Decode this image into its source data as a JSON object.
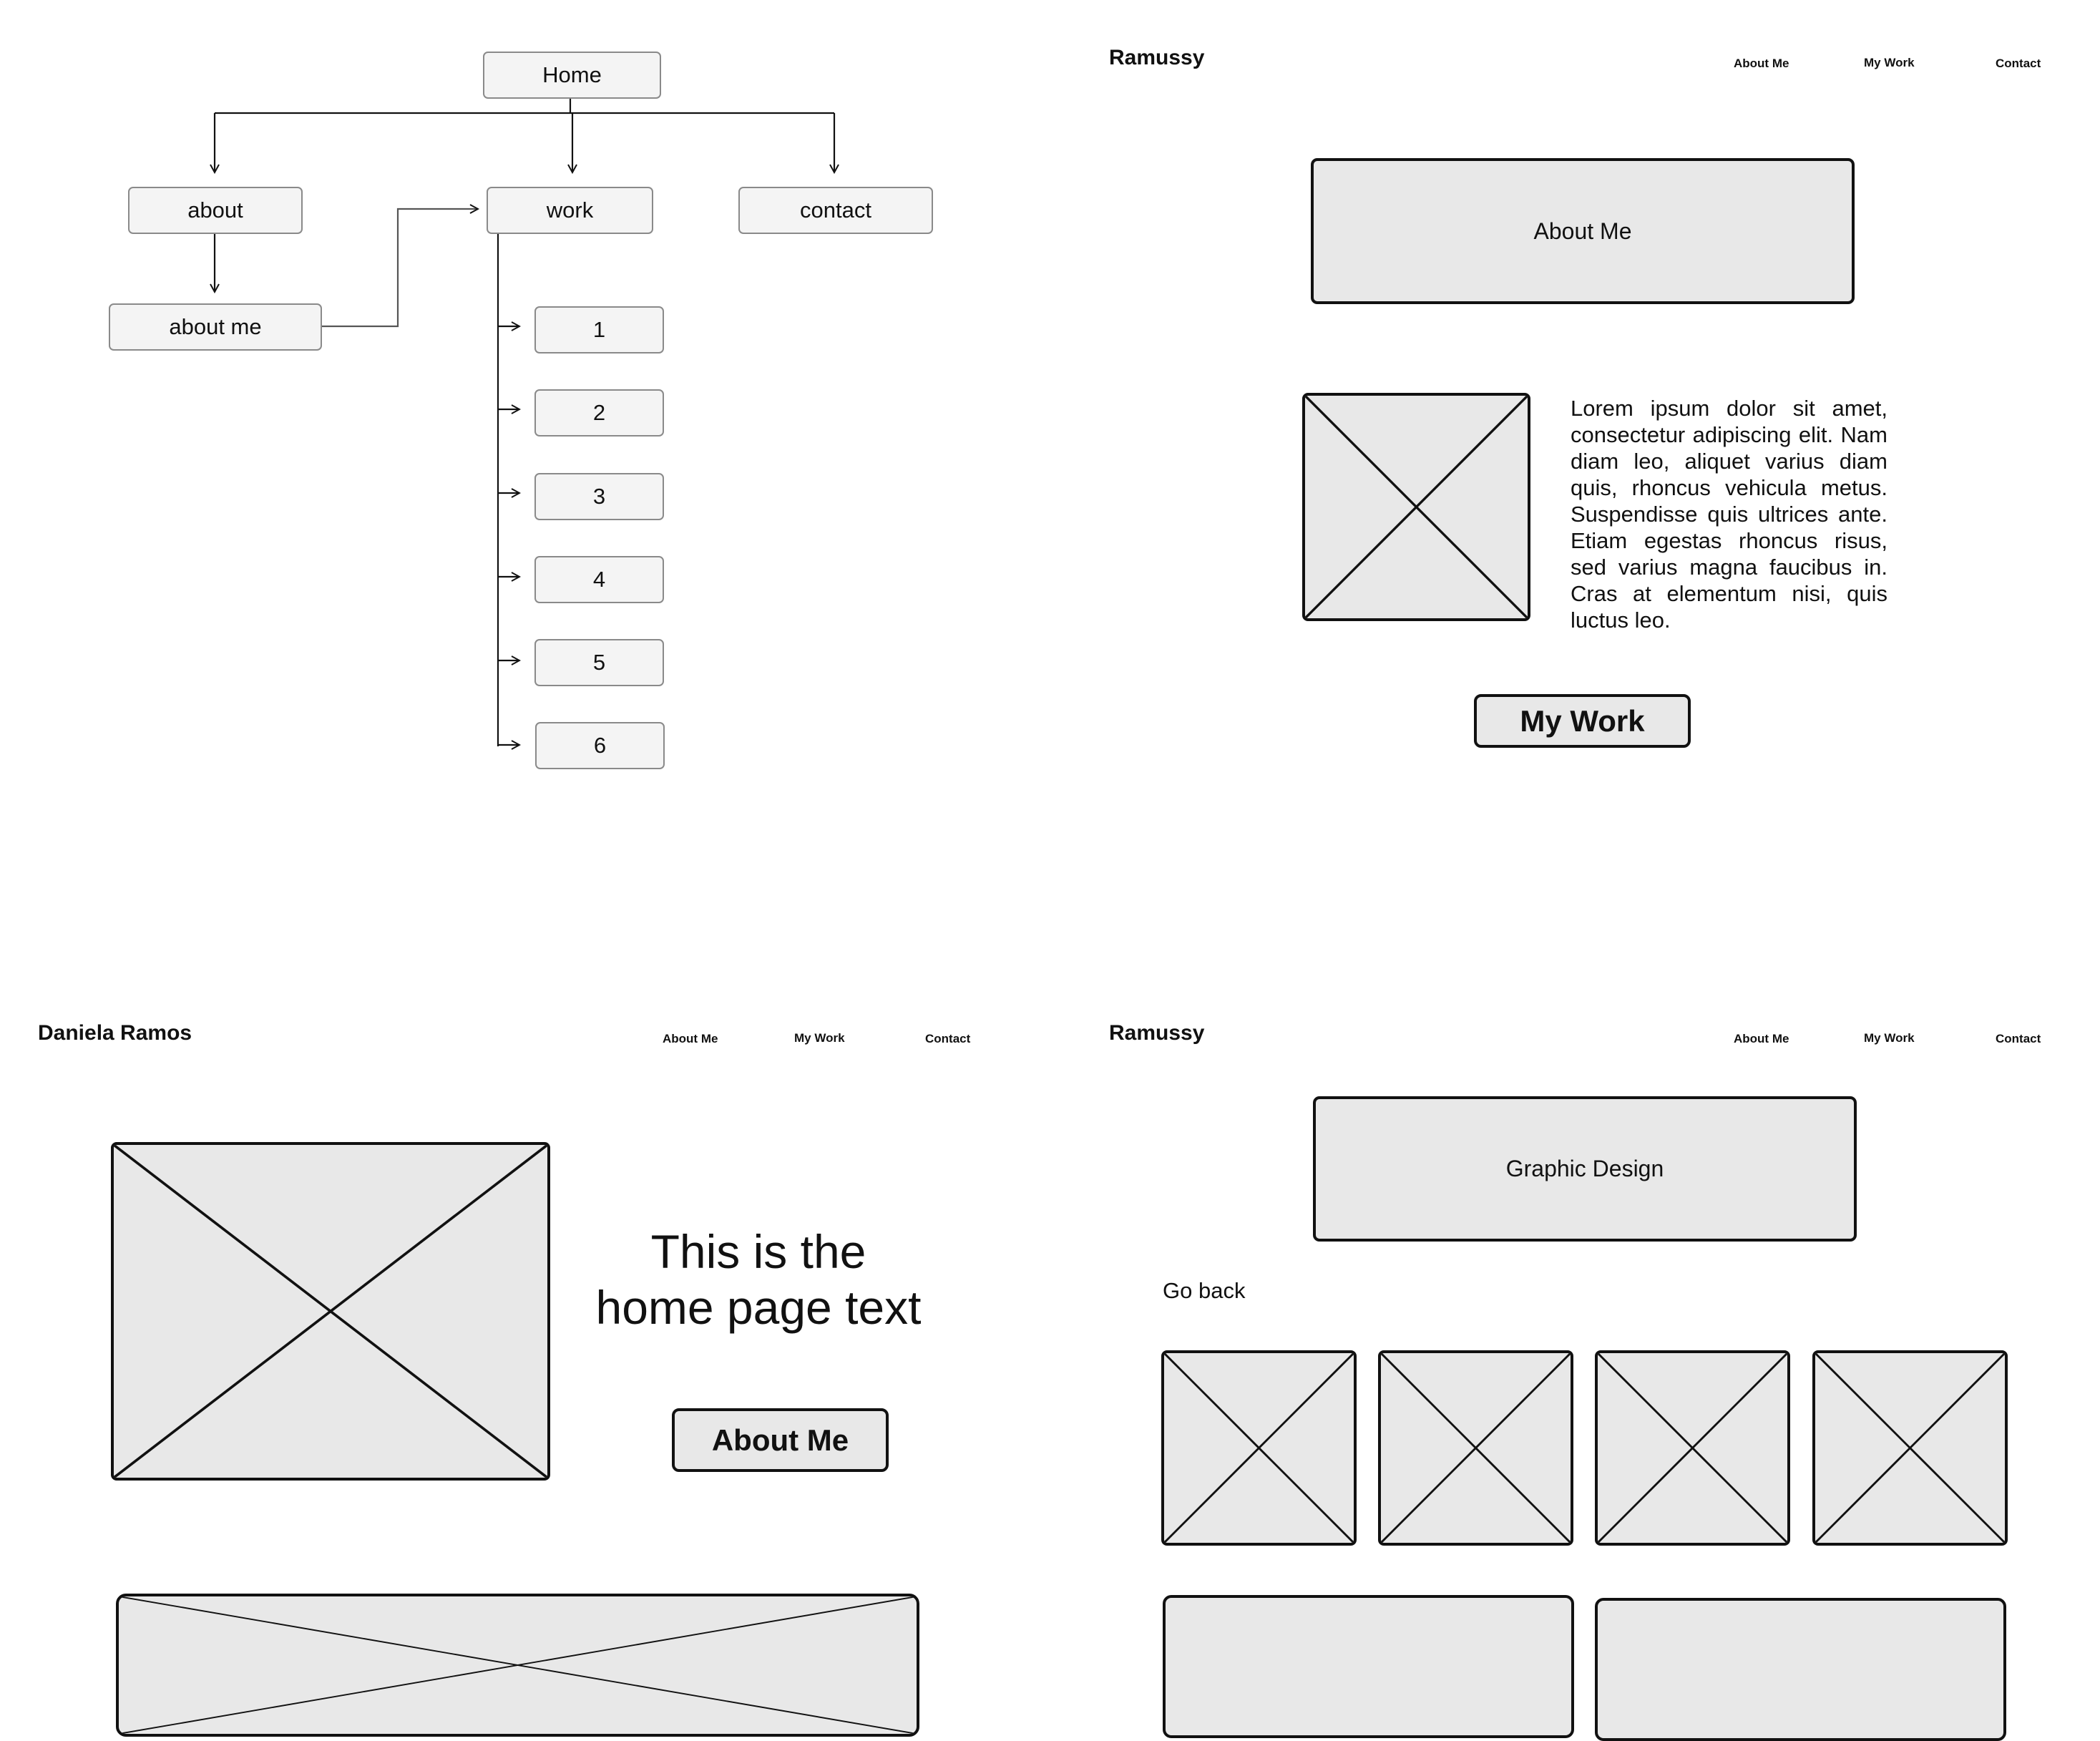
{
  "sitemap": {
    "home": "Home",
    "about": "about",
    "work": "work",
    "contact": "contact",
    "about_me": "about me",
    "work_items": [
      "1",
      "2",
      "3",
      "4",
      "5",
      "6"
    ]
  },
  "about_page": {
    "brand": "Ramussy",
    "nav": [
      "About Me",
      "My Work",
      "Contact"
    ],
    "heading": "About Me",
    "body": "Lorem ipsum dolor sit amet, consectetur adipiscing elit. Nam diam leo, aliquet varius diam quis, rhoncus vehicula metus. Suspendisse quis ultrices ante. Etiam egestas rhoncus risus, sed varius magna faucibus in. Cras at elementum nisi, quis luctus leo.",
    "button": "My Work"
  },
  "home_page": {
    "brand": "Daniela Ramos",
    "nav": [
      "About Me",
      "My Work",
      "Contact"
    ],
    "hero_line1": "This is the",
    "hero_line2": "home page text",
    "button": "About Me"
  },
  "work_page": {
    "brand": "Ramussy",
    "nav": [
      "About Me",
      "My Work",
      "Contact"
    ],
    "heading": "Graphic Design",
    "back": "Go back"
  },
  "colors": {
    "placeholder_fill": "#e8e8e8",
    "sitemap_node_fill": "#f4f4f4",
    "stroke": "#111111"
  }
}
